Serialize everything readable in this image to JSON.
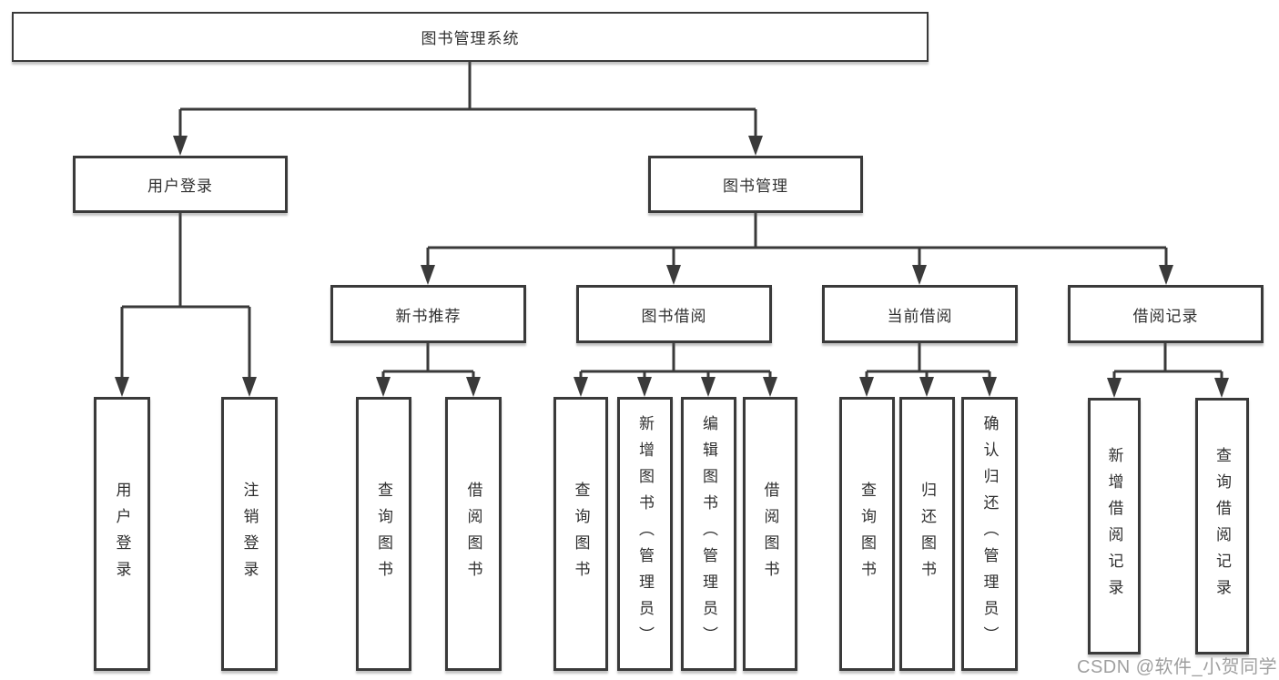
{
  "root": {
    "label": "图书管理系统"
  },
  "level2": {
    "user_login": "用户登录",
    "book_mgmt": "图书管理"
  },
  "level3": {
    "new_book": "新书推荐",
    "book_borrow": "图书借阅",
    "current_borrow": "当前借阅",
    "borrow_records": "借阅记录"
  },
  "leaves": {
    "user_login": [
      "用户登录",
      "注销登录"
    ],
    "new_book": [
      "查询图书",
      "借阅图书"
    ],
    "book_borrow": [
      "查询图书",
      "新增图书（管理员）",
      "编辑图书（管理员）",
      "借阅图书"
    ],
    "current_borrow": [
      "查询图书",
      "归还图书",
      "确认归还（管理员）"
    ],
    "borrow_records": [
      "新增借阅记录",
      "查询借阅记录"
    ]
  },
  "watermark": "CSDN @软件_小贺同学",
  "colors": {
    "line": "#3a3a3a",
    "text": "#2f2f2f",
    "box_background": "#ffffff",
    "watermark": "#9f9f9f",
    "page_background": "#ffffff"
  }
}
